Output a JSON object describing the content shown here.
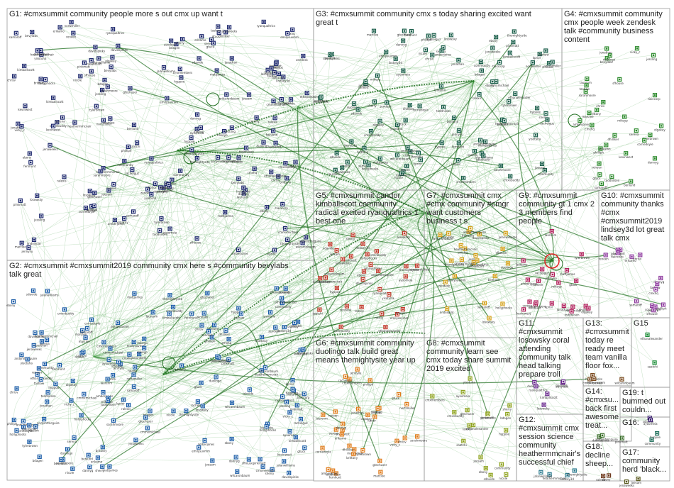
{
  "title": "",
  "colors": {
    "edge": "#3f9f3f",
    "edge_dark": "#1e6e1e",
    "background": "#ffffff",
    "box_stroke": "#9a9a9a",
    "text": "#222222"
  },
  "groups": [
    {
      "id": "G1",
      "lines": [
        "G1: #cmxsummit community people more s out cmx up want t"
      ],
      "color": "#1f2a6e",
      "nodes": 150
    },
    {
      "id": "G2",
      "lines": [
        "G2: #cmxsummit #cmxsummit2019 community cmx here s #community bevylabs",
        "talk great"
      ],
      "color": "#1f5fa8",
      "nodes": 145
    },
    {
      "id": "G3",
      "lines": [
        "G3: #cmxsummit community cmx s today sharing excited want",
        "great t"
      ],
      "color": "#1a5e4a",
      "nodes": 90
    },
    {
      "id": "G4",
      "lines": [
        "G4: #cmxsummit community",
        "cmx people week zendesk",
        "talk #community business",
        "content"
      ],
      "color": "#2e8b2e",
      "nodes": 30
    },
    {
      "id": "G5",
      "lines": [
        "G5: #cmxsummit candor",
        "kimballscott community",
        "radical excited ryanqualtrics 1",
        "best one"
      ],
      "color": "#c0392b",
      "nodes": 30
    },
    {
      "id": "G6",
      "lines": [
        "G6: #cmxsummit community",
        "duolingo talk build great",
        "means themightysite year up"
      ],
      "color": "#e07b1a",
      "nodes": 30
    },
    {
      "id": "G7",
      "lines": [
        "G7: #cmxsummit cmx",
        "#cmx community #cmgr",
        "want customers",
        "business t s"
      ],
      "color": "#d4a017",
      "nodes": 22
    },
    {
      "id": "G8",
      "lines": [
        "G8: #cmxsummit",
        "community learn see",
        "cmx today share summit",
        "2019 excited"
      ],
      "color": "#8fa31e",
      "nodes": 18
    },
    {
      "id": "G9",
      "lines": [
        "G9: #cmxsummit",
        "community gt 1 cmx 2",
        "3 members find",
        "people"
      ],
      "color": "#b01e5a",
      "nodes": 20
    },
    {
      "id": "G10",
      "lines": [
        "G10: #cmxsummit",
        "community thanks",
        "#cmx",
        "#cmxsummit2019",
        "lindsey3d lot great",
        "talk cmx"
      ],
      "color": "#8e3a9e",
      "nodes": 14
    },
    {
      "id": "G11",
      "lines": [
        "G11:",
        "#cmxsummit",
        "losowsky coral",
        "attending",
        "community talk",
        "head talking",
        "prepare troll"
      ],
      "color": "#6a2a8e",
      "nodes": 6
    },
    {
      "id": "G12",
      "lines": [
        "G12:",
        "#cmxsummit cmx",
        "session science",
        "community",
        "heathermmcnair's",
        "successful chief"
      ],
      "color": "#2a7a8e",
      "nodes": 4
    },
    {
      "id": "G13",
      "lines": [
        "G13:",
        "#cmxsummit",
        "today re",
        "ready meet",
        "team vanilla",
        "floor fox..."
      ],
      "color": "#7a4a1e",
      "nodes": 4
    },
    {
      "id": "G14",
      "lines": [
        "G14:",
        "#cmxsu...",
        "back first",
        "awesome",
        "treat..."
      ],
      "color": "#3a6e2a",
      "nodes": 3
    },
    {
      "id": "G15",
      "lines": [
        "G15"
      ],
      "color": "#1e8e3a",
      "nodes": 2
    },
    {
      "id": "G16",
      "lines": [
        "G16:"
      ],
      "color": "#1e6e5a",
      "nodes": 2
    },
    {
      "id": "G17",
      "lines": [
        "G17:",
        "community",
        "herd 'black..."
      ],
      "color": "#5a5a1e",
      "nodes": 2
    },
    {
      "id": "G18",
      "lines": [
        "G18:",
        "decline",
        "sheep..."
      ],
      "color": "#6e3a1e",
      "nodes": 2
    },
    {
      "id": "G19",
      "lines": [
        "G19: t",
        "bummed out",
        "couldn..."
      ],
      "color": "#3a1e6e",
      "nodes": 2
    }
  ],
  "sample_labels": [
    "jessling",
    "cmxhq",
    "samaroff",
    "sfhouse",
    "tiaincorp",
    "bevylabs",
    "duolingo",
    "zendesk",
    "ryanqualtrics",
    "kimballscott",
    "losowsky",
    "lindsey3d",
    "themightysite",
    "heathermmcnair",
    "jalanwilliams",
    "hollyphocks",
    "wilcaronbaum",
    "emilysuvmm",
    "cmmxmichael",
    "davidspinks",
    "andymtmcguire",
    "pinkmatt",
    "ethanalexander",
    "saatchi",
    "hyppoe",
    "community",
    "joesam",
    "jenaweeks",
    "ebony",
    "ralexis",
    "sdavide",
    "ayoomeia",
    "yisotuha",
    "bdagen",
    "cmxnbuddy",
    "nicole",
    "sherry",
    "cmxmembers",
    "gtechuser",
    "fernhunt",
    "rachelguz",
    "kprior",
    "jennyliu",
    "mattjames",
    "nortzmiller",
    "toddnilsen",
    "tylerbrown",
    "sarahmoore",
    "kevinwest",
    "dhilliker",
    "jonathan",
    "mikeyp",
    "serena",
    "gtuck",
    "laurenm",
    "brittany",
    "olgakay",
    "amberjones",
    "marclee",
    "corriedoyle",
    "philliph",
    "vicky_c",
    "dannyg",
    "reneen",
    "erikamo",
    "chrisv",
    "tashaw",
    "benlund"
  ]
}
